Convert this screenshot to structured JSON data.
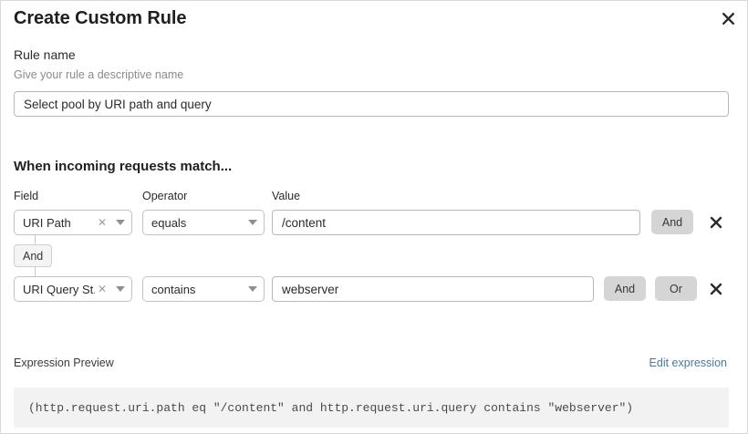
{
  "dialog": {
    "title": "Create Custom Rule",
    "close_icon": "close-icon"
  },
  "rule_name": {
    "label": "Rule name",
    "description": "Give your rule a descriptive name",
    "value": "Select pool by URI path and query",
    "placeholder": "Select pool by URI path and query"
  },
  "conditions": {
    "heading": "When incoming requests match...",
    "columns": {
      "field": "Field",
      "operator": "Operator",
      "value": "Value"
    },
    "connector": {
      "label": "And"
    },
    "rows": [
      {
        "field": "URI Path",
        "field_clear_icon": "clear-icon",
        "field_caret_icon": "chevron-down-icon",
        "operator": "equals",
        "operator_caret_icon": "chevron-down-icon",
        "value": "/content",
        "and_label": "And",
        "or_label": "",
        "delete_icon": "delete-icon"
      },
      {
        "field": "URI Query St...",
        "field_clear_icon": "clear-icon",
        "field_caret_icon": "chevron-down-icon",
        "operator": "contains",
        "operator_caret_icon": "chevron-down-icon",
        "value": "webserver",
        "and_label": "And",
        "or_label": "Or",
        "delete_icon": "delete-icon"
      }
    ]
  },
  "expression_preview": {
    "label": "Expression Preview",
    "edit_link": "Edit expression",
    "expression": "(http.request.uri.path eq \"/content\" and http.request.uri.query contains \"webserver\")"
  },
  "colors": {
    "link": "#4a7a9b",
    "button_gray": "#d5d5d5",
    "code_background": "#f2f2f2",
    "text_primary": "#1f1f1f",
    "text_muted": "#8a8a8a"
  }
}
